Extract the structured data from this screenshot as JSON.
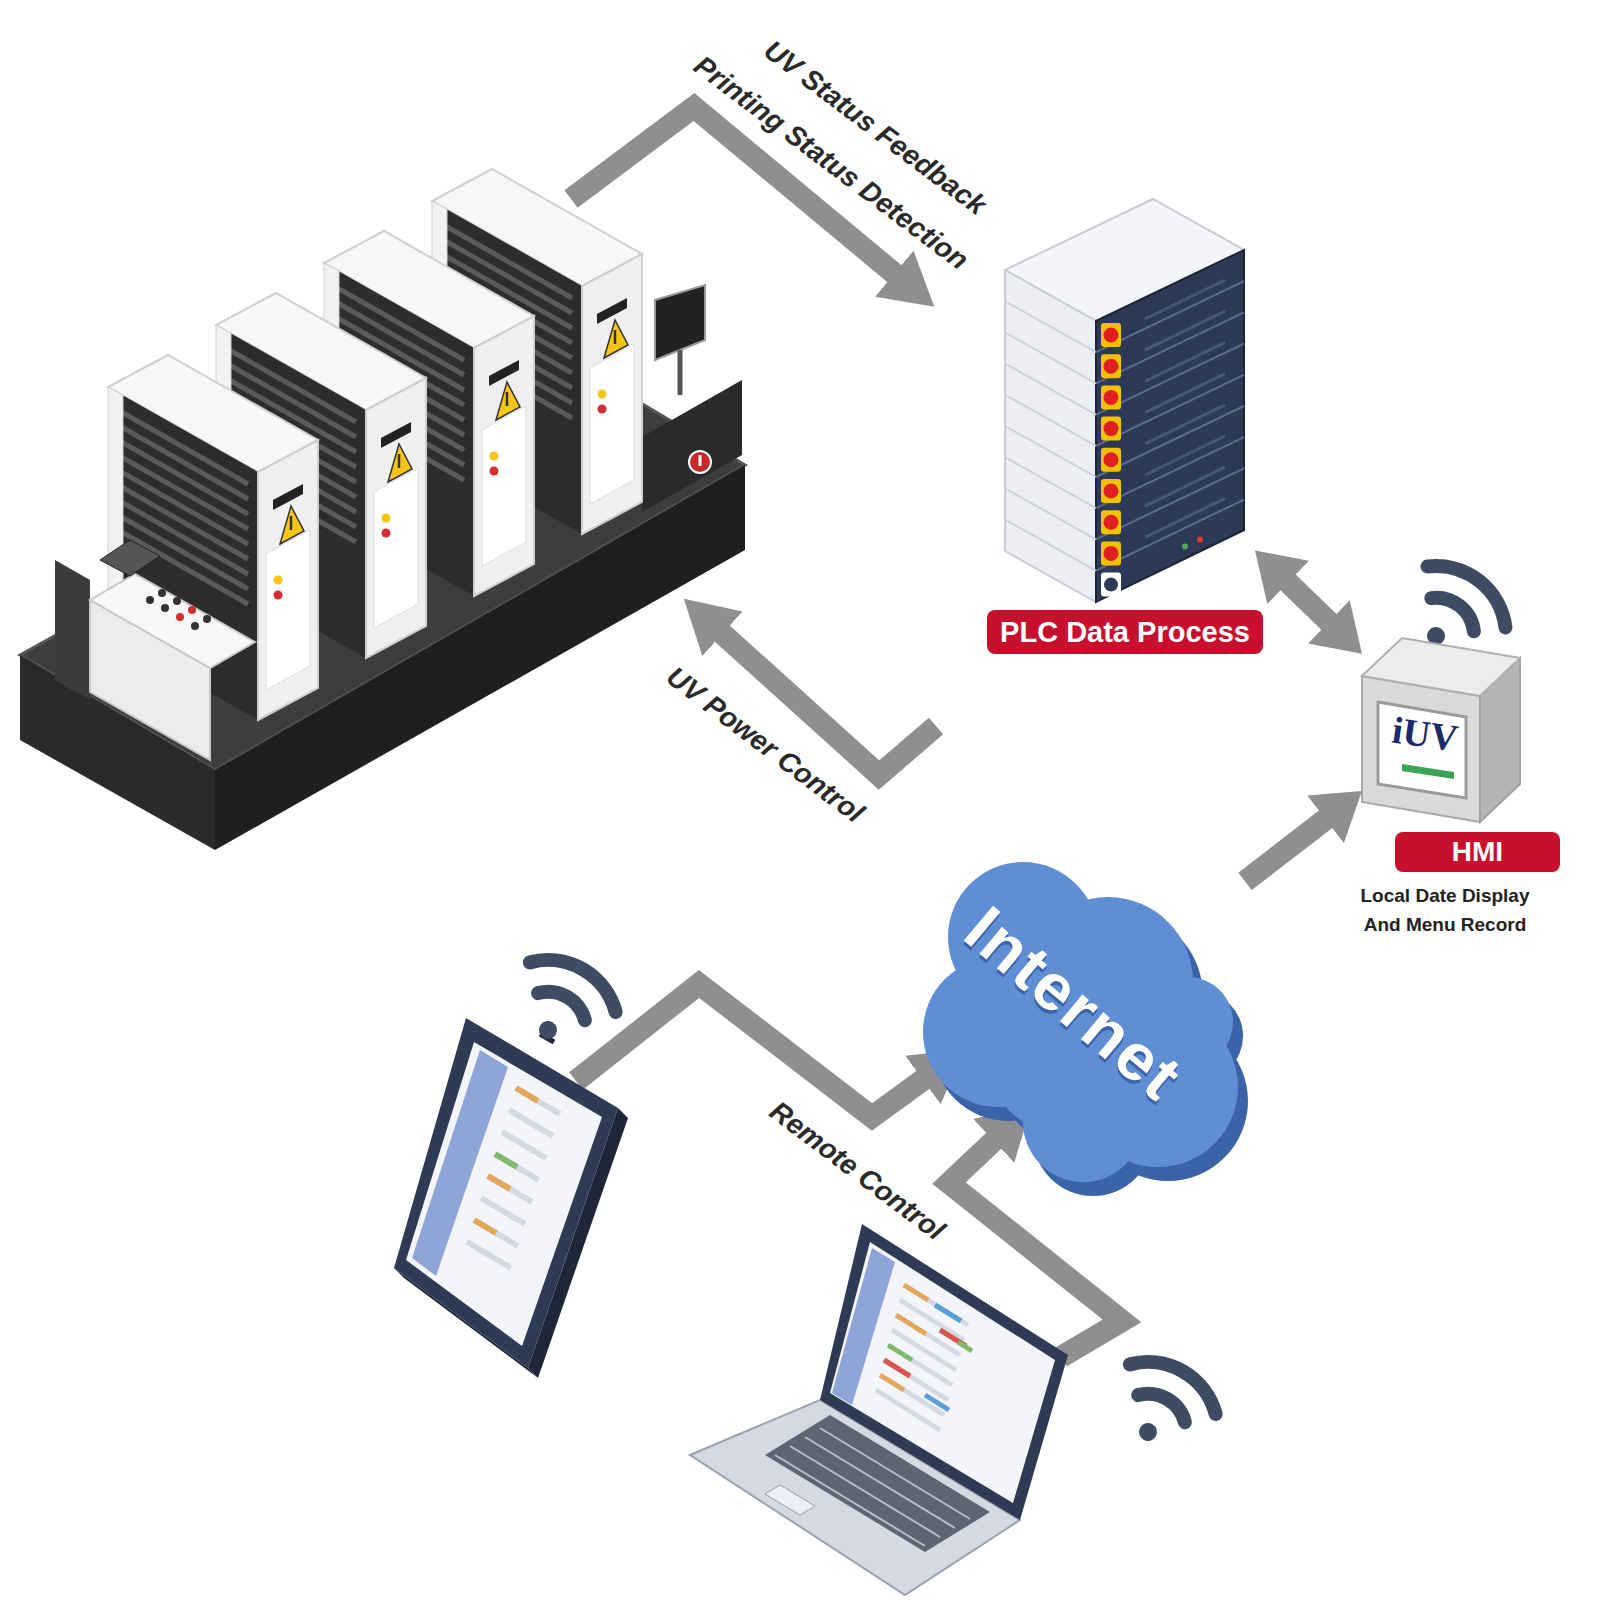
{
  "diagram": {
    "nodes": [
      {
        "text": [
          "PLC Data Process"
        ]
      },
      {
        "text": [
          "iUV",
          "HMI",
          "Local Date Display And Menu Record"
        ]
      },
      {
        "text": [
          "Internet"
        ]
      }
    ],
    "edges": [
      {
        "from": 0,
        "to": 1,
        "arrow": "both"
      },
      {
        "from": 2,
        "to": 1,
        "arrow": "to"
      }
    ],
    "labels": [
      "UV Status Feedback",
      "Printing Status Detection",
      "UV Power Control",
      "Remote Control"
    ]
  }
}
